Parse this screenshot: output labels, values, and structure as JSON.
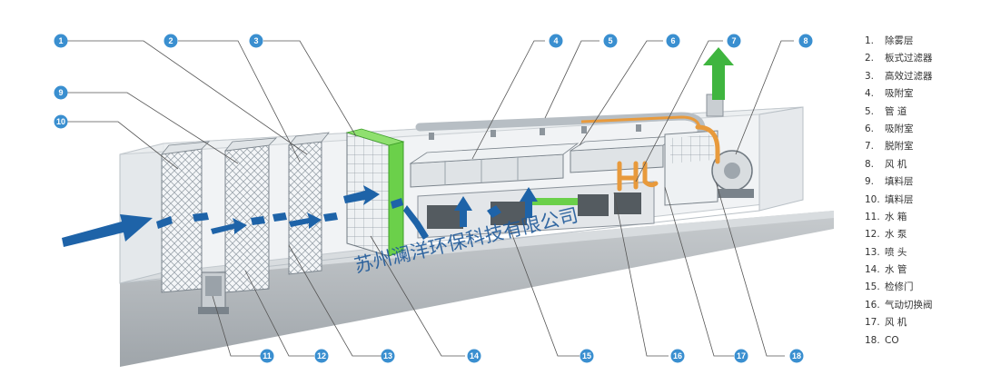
{
  "callout_numbers": [
    "1",
    "2",
    "3",
    "4",
    "5",
    "6",
    "7",
    "8",
    "9",
    "10",
    "11",
    "12",
    "13",
    "14",
    "15",
    "16",
    "17",
    "18"
  ],
  "legend": [
    {
      "num": "1.",
      "label": "除雾层"
    },
    {
      "num": "2.",
      "label": "板式过滤器"
    },
    {
      "num": "3.",
      "label": "高效过滤器"
    },
    {
      "num": "4.",
      "label": "吸附室"
    },
    {
      "num": "5.",
      "label": "管 道"
    },
    {
      "num": "6.",
      "label": "吸附室"
    },
    {
      "num": "7.",
      "label": "脱附室"
    },
    {
      "num": "8.",
      "label": "风 机"
    },
    {
      "num": "9.",
      "label": "填料层"
    },
    {
      "num": "10.",
      "label": "填料层"
    },
    {
      "num": "11.",
      "label": "水 箱"
    },
    {
      "num": "12.",
      "label": "水 泵"
    },
    {
      "num": "13.",
      "label": "喷 头"
    },
    {
      "num": "14.",
      "label": "水 管"
    },
    {
      "num": "15.",
      "label": "检修门"
    },
    {
      "num": "16.",
      "label": "气动切换阀"
    },
    {
      "num": "17.",
      "label": "风 机"
    },
    {
      "num": "18.",
      "label": "CO"
    }
  ],
  "watermark": "苏州澜洋环保科技有限公司",
  "colors": {
    "callout_circle": "#3a8fd0",
    "airflow_arrow": "#1e63a8",
    "exhaust_arrow": "#3fb53f",
    "filter_green": "#6bd04a",
    "duct_orange": "#e89a3c",
    "leader_line": "#555555"
  }
}
